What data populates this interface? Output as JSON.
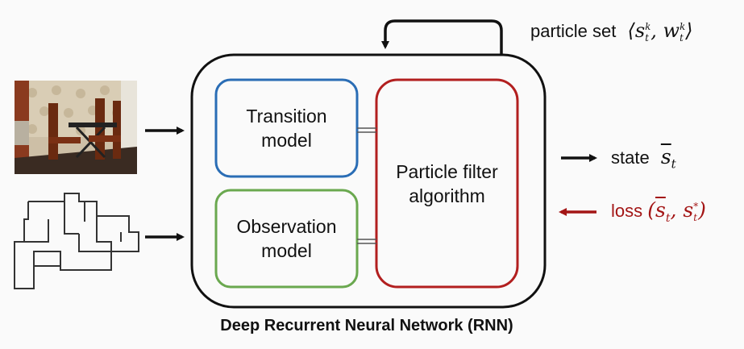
{
  "diagram": {
    "caption": "Deep Recurrent Neural Network (RNN)",
    "transition_model": {
      "line1": "Transition",
      "line2": "model"
    },
    "observation_model": {
      "line1": "Observation",
      "line2": "model"
    },
    "particle_filter": {
      "line1": "Particle filter",
      "line2": "algorithm"
    },
    "particle_set": {
      "label": "particle set",
      "math": "⟨s",
      "sup1": "k",
      "sub1": "t",
      "mid": ", w",
      "sup2": "k",
      "sub2": "t",
      "close": "⟩"
    },
    "state": {
      "label": "state",
      "math": "s",
      "sub": "t"
    },
    "loss": {
      "label": "loss",
      "math_open": "(",
      "s1": "s",
      "sub1": "t",
      "mid": ", s",
      "sup2": "*",
      "sub2": "t",
      "close": ")"
    },
    "colors": {
      "transition": "#2a6db5",
      "observation": "#6aa84f",
      "particle_filter": "#b21f1f",
      "loss": "#a31515",
      "frame": "#111111"
    },
    "icons": [
      "room-photo",
      "floor-plan-map"
    ]
  }
}
